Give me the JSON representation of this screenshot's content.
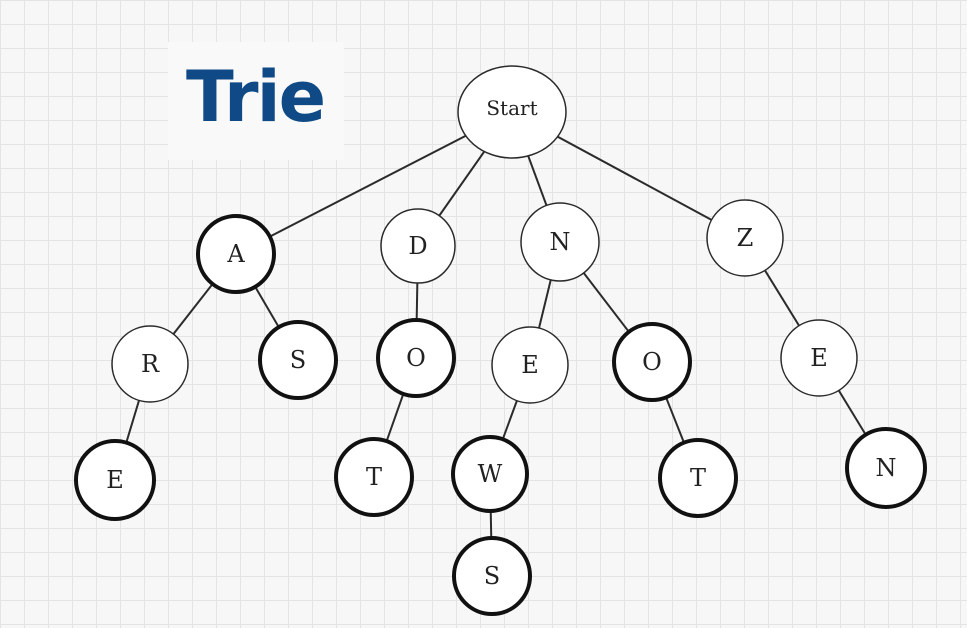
{
  "title": "Trie",
  "root": {
    "label": "Start"
  },
  "nodes": [
    {
      "id": "A",
      "label": "A",
      "terminal": true,
      "parent": "root"
    },
    {
      "id": "AR",
      "label": "R",
      "terminal": false,
      "parent": "A"
    },
    {
      "id": "ARE",
      "label": "E",
      "terminal": true,
      "parent": "AR"
    },
    {
      "id": "AS",
      "label": "S",
      "terminal": true,
      "parent": "A"
    },
    {
      "id": "D",
      "label": "D",
      "terminal": false,
      "parent": "root"
    },
    {
      "id": "DO",
      "label": "O",
      "terminal": true,
      "parent": "D"
    },
    {
      "id": "DOT",
      "label": "T",
      "terminal": true,
      "parent": "DO"
    },
    {
      "id": "N",
      "label": "N",
      "terminal": false,
      "parent": "root"
    },
    {
      "id": "NE",
      "label": "E",
      "terminal": false,
      "parent": "N"
    },
    {
      "id": "NEW",
      "label": "W",
      "terminal": true,
      "parent": "NE"
    },
    {
      "id": "NEWS",
      "label": "S",
      "terminal": true,
      "parent": "NEW"
    },
    {
      "id": "NO",
      "label": "O",
      "terminal": true,
      "parent": "N"
    },
    {
      "id": "NOT",
      "label": "T",
      "terminal": true,
      "parent": "NO"
    },
    {
      "id": "Z",
      "label": "Z",
      "terminal": false,
      "parent": "root"
    },
    {
      "id": "ZE",
      "label": "E",
      "terminal": false,
      "parent": "Z"
    },
    {
      "id": "ZEN",
      "label": "N",
      "terminal": true,
      "parent": "ZE"
    }
  ]
}
